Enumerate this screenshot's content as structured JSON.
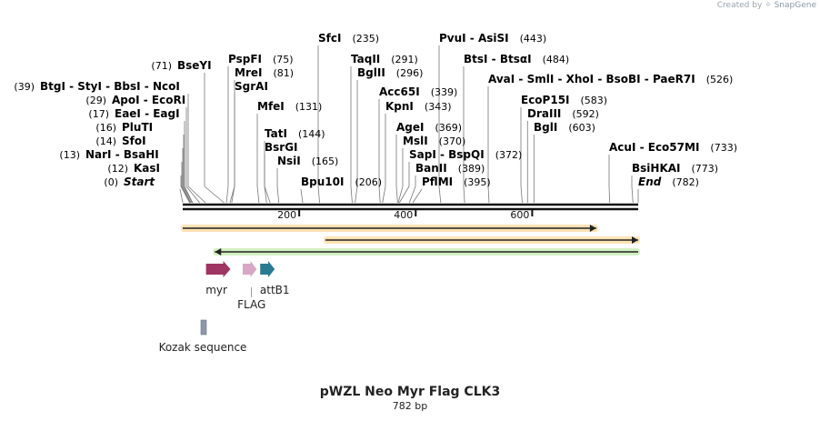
{
  "header": {
    "created_by": "Created by",
    "brand": "SnapGene"
  },
  "plasmid": {
    "name": "pWZL Neo Myr Flag CLK3",
    "length_label": "782 bp"
  },
  "sites": [
    {
      "text": "SfcI",
      "pos": "(235)",
      "bp": 235,
      "left_pos": false
    },
    {
      "text": "PvuI - AsiSI",
      "pos": "(443)",
      "bp": 443,
      "left_pos": false
    },
    {
      "text": "BseYI",
      "pos": "(71)",
      "bp": 71,
      "left_pos": true
    },
    {
      "text": "PspFI",
      "pos": "(75)",
      "bp": 75,
      "left_pos": false
    },
    {
      "text": "TaqII",
      "pos": "(291)",
      "bp": 291,
      "left_pos": false
    },
    {
      "text": "BtsI - BtsαI",
      "pos": "(484)",
      "bp": 484,
      "left_pos": false
    },
    {
      "text": "MreI",
      "pos": "(81)",
      "bp": 81,
      "left_pos": false
    },
    {
      "text": "BglII",
      "pos": "(296)",
      "bp": 296,
      "left_pos": false
    },
    {
      "text": "AvaI - SmlI - XhoI - BsoBI - PaeR7I",
      "pos": "(526)",
      "bp": 526,
      "left_pos": false
    },
    {
      "text": "BtgI - StyI - BbsI - NcoI",
      "pos": "(39)",
      "bp": 39,
      "left_pos": true
    },
    {
      "text": "SgrAI",
      "pos": "",
      "bp": 84,
      "left_pos": false
    },
    {
      "text": "Acc65I",
      "pos": "(339)",
      "bp": 339,
      "left_pos": false
    },
    {
      "text": "ApoI - EcoRI",
      "pos": "(29)",
      "bp": 29,
      "left_pos": true
    },
    {
      "text": "MfeI",
      "pos": "(131)",
      "bp": 131,
      "left_pos": false
    },
    {
      "text": "KpnI",
      "pos": "(343)",
      "bp": 343,
      "left_pos": false
    },
    {
      "text": "EcoP15I",
      "pos": "(583)",
      "bp": 583,
      "left_pos": false
    },
    {
      "text": "EaeI - EagI",
      "pos": "(17)",
      "bp": 17,
      "left_pos": true
    },
    {
      "text": "DraIII",
      "pos": "(592)",
      "bp": 592,
      "left_pos": false
    },
    {
      "text": "PluTI",
      "pos": "(16)",
      "bp": 16,
      "left_pos": true
    },
    {
      "text": "AgeI",
      "pos": "(369)",
      "bp": 369,
      "left_pos": false
    },
    {
      "text": "BglI",
      "pos": "(603)",
      "bp": 603,
      "left_pos": false
    },
    {
      "text": "TatI",
      "pos": "(144)",
      "bp": 144,
      "left_pos": false
    },
    {
      "text": "SfoI",
      "pos": "(14)",
      "bp": 14,
      "left_pos": true
    },
    {
      "text": "MslI",
      "pos": "(370)",
      "bp": 370,
      "left_pos": false
    },
    {
      "text": "BsrGI",
      "pos": "",
      "bp": 150,
      "left_pos": false
    },
    {
      "text": "NarI - BsaHI",
      "pos": "(13)",
      "bp": 13,
      "left_pos": true
    },
    {
      "text": "SapI - BspQI",
      "pos": "(372)",
      "bp": 372,
      "left_pos": false
    },
    {
      "text": "AcuI - Eco57MI",
      "pos": "(733)",
      "bp": 733,
      "left_pos": false
    },
    {
      "text": "NsiI",
      "pos": "(165)",
      "bp": 165,
      "left_pos": false
    },
    {
      "text": "KasI",
      "pos": "(12)",
      "bp": 12,
      "left_pos": true
    },
    {
      "text": "BanII",
      "pos": "(389)",
      "bp": 389,
      "left_pos": false
    },
    {
      "text": "BsiHKAI",
      "pos": "(773)",
      "bp": 773,
      "left_pos": false
    },
    {
      "text": "Start",
      "pos": "(0)",
      "bp": 0,
      "left_pos": true,
      "italic": true
    },
    {
      "text": "Bpu10I",
      "pos": "(206)",
      "bp": 206,
      "left_pos": false
    },
    {
      "text": "PflMI",
      "pos": "(395)",
      "bp": 395,
      "left_pos": false
    },
    {
      "text": "End",
      "pos": "(782)",
      "bp": 782,
      "left_pos": false,
      "italic": true
    }
  ],
  "ticks": [
    {
      "bp": 200,
      "label": "200"
    },
    {
      "bp": 400,
      "label": "400"
    },
    {
      "bp": 600,
      "label": "600"
    }
  ],
  "orfs": [
    {
      "start": 0,
      "end": 710,
      "color": "#f0a23a",
      "highlight": "#fde3b5"
    },
    {
      "start": 245,
      "end": 782,
      "color": "#e07d2c",
      "highlight": "#fde3b5"
    },
    {
      "start": 782,
      "end": 55,
      "color": "#6fbf45",
      "highlight": "#d3f0c2"
    }
  ],
  "features": [
    {
      "name": "myr",
      "label": "myr",
      "start": 40,
      "end": 82,
      "color": "#9e3563",
      "type": "arrow"
    },
    {
      "name": "FLAG",
      "label": "FLAG",
      "start": 103,
      "end": 127,
      "color": "#d8a7c6",
      "type": "arrow"
    },
    {
      "name": "attB1",
      "label": "attB1",
      "start": 133,
      "end": 158,
      "color": "#2a7a94",
      "type": "arrow"
    },
    {
      "name": "Kozak sequence",
      "label": "Kozak sequence",
      "start": 33,
      "end": 43,
      "color": "#8d97ab",
      "type": "box"
    }
  ]
}
